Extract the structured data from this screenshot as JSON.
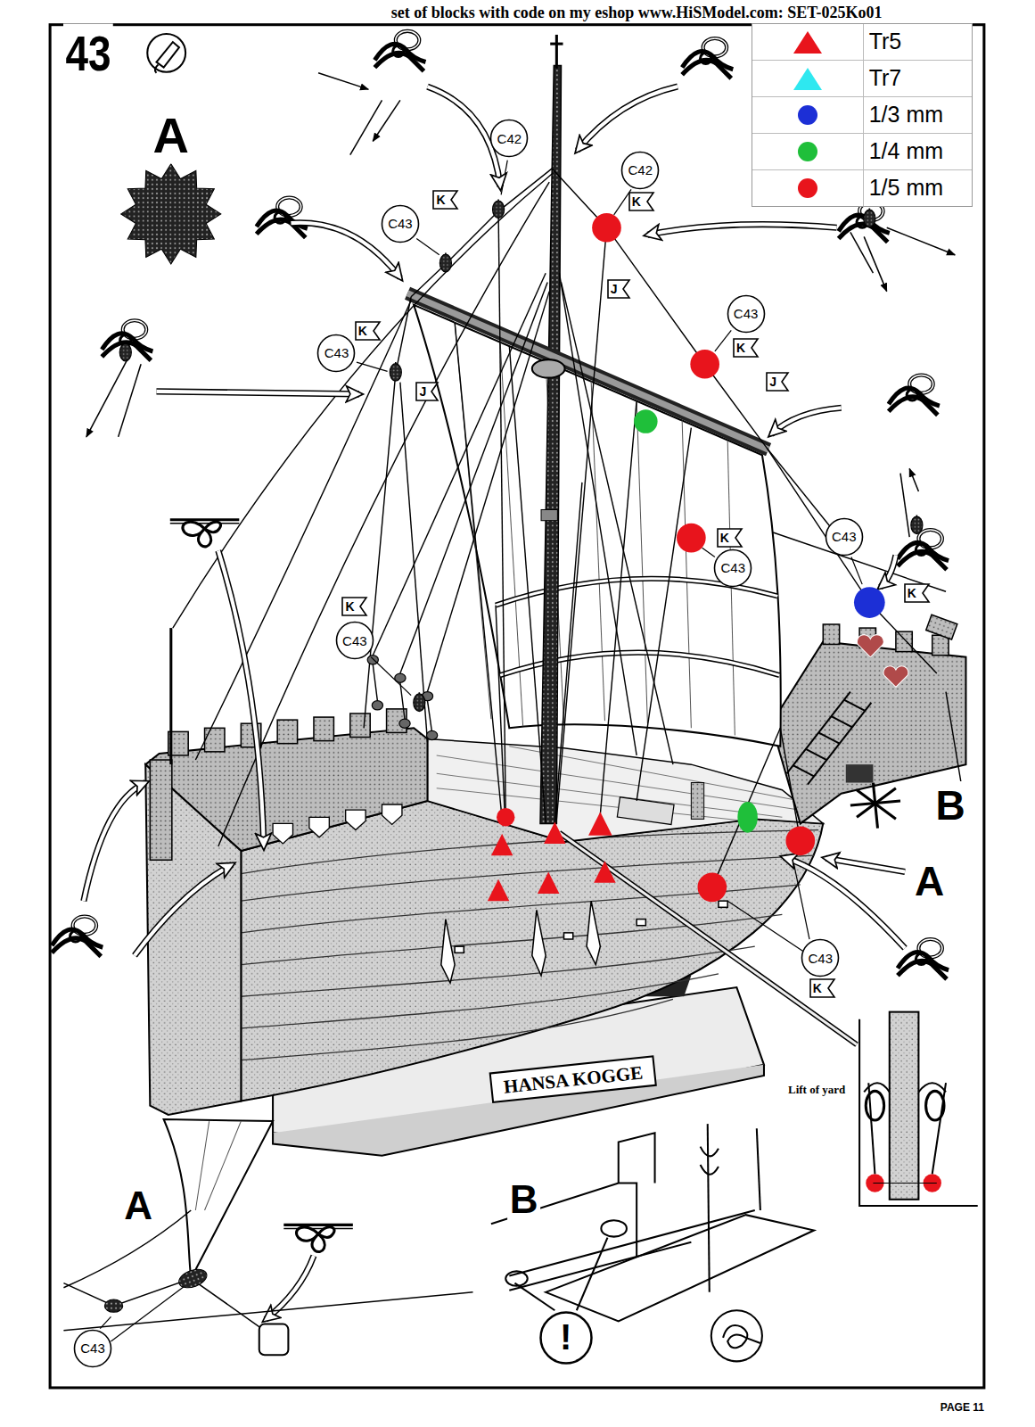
{
  "diagram": {
    "nodes": [
      {
        "text": [
          "C42"
        ]
      },
      {
        "text": [
          "C42"
        ]
      },
      {
        "text": [
          "K"
        ]
      },
      {
        "text": [
          "K"
        ]
      },
      {
        "text": [
          "C43"
        ]
      },
      {
        "text": [
          "J"
        ]
      },
      {
        "text": [
          "C43"
        ]
      },
      {
        "text": [
          "K"
        ]
      },
      {
        "text": [
          "K"
        ]
      },
      {
        "text": [
          "C43"
        ]
      },
      {
        "text": [
          "J"
        ]
      },
      {
        "text": [
          "J"
        ]
      },
      {
        "text": [
          "C43"
        ]
      },
      {
        "text": [
          "K"
        ]
      },
      {
        "text": [
          "C43"
        ]
      },
      {
        "text": [
          "K"
        ]
      },
      {
        "text": [
          "K"
        ]
      },
      {
        "text": [
          "C43"
        ]
      },
      {
        "text": [
          "C43"
        ]
      },
      {
        "text": [
          "K"
        ]
      },
      {
        "text": [
          "!"
        ]
      },
      {
        "text": [
          "C43"
        ]
      }
    ],
    "labels": [
      "set of blocks with code on my eshop www.HiSModel.com: SET-025Ko01",
      "43",
      "A",
      "B",
      "A",
      "HANSA KOGGE",
      "Lift of yard",
      "A",
      "B",
      "PAGE 11"
    ],
    "legend": [
      {
        "text": "Tr5",
        "color": "#e8141c"
      },
      {
        "text": "Tr7",
        "color": "#2ee8f0"
      },
      {
        "text": "1/3 mm",
        "color": "#1c2fd6"
      },
      {
        "text": "1/4 mm",
        "color": "#1fbf3a"
      },
      {
        "text": "1/5 mm",
        "color": "#e8141c"
      }
    ]
  }
}
